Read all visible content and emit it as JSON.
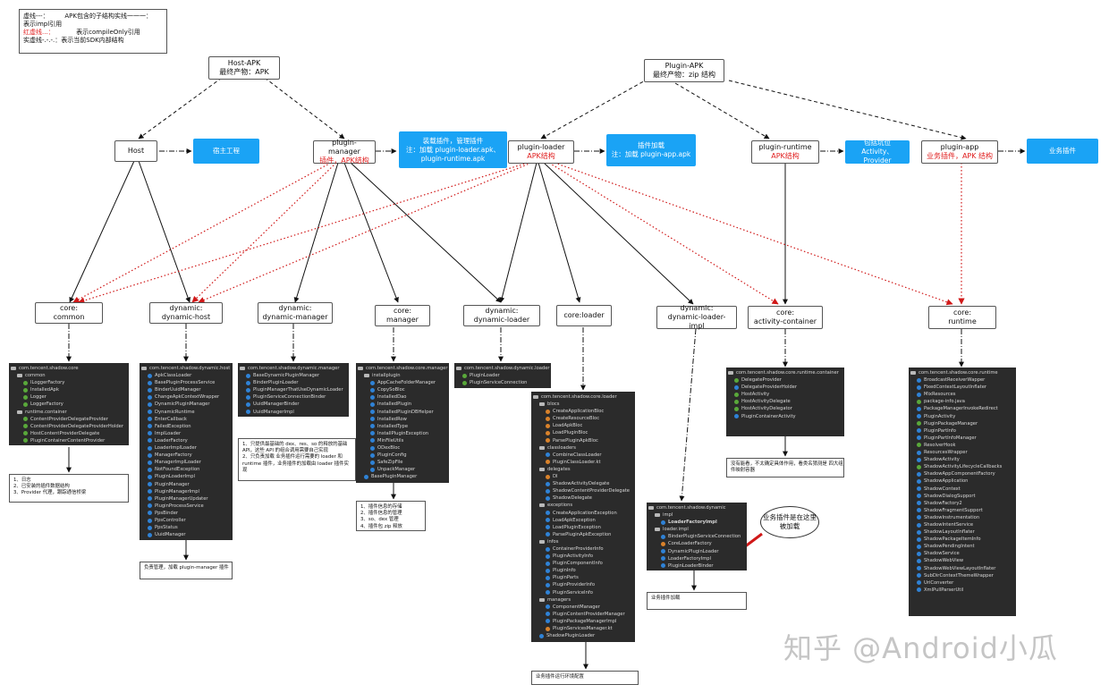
{
  "legend": [
    {
      "left": "虚线---：",
      "right": "APK包含的子结构实线一一一："
    },
    {
      "left": "表示impl引用",
      "right": ""
    },
    {
      "left": "红虚线...：",
      "right": "表示compileOnly引用",
      "red": true
    },
    {
      "left": "实虚线-.-.-.：表示当前SDK内部结构",
      "right": ""
    }
  ],
  "top": {
    "host_apk": {
      "line1": "Host-APK",
      "line2": "最终产物：APK"
    },
    "plugin_apk": {
      "line1": "Plugin-APK",
      "line2": "最终产物：zip 结构"
    }
  },
  "mid": {
    "host": {
      "name": "Host"
    },
    "plugin_manager": {
      "name": "plugin-manager",
      "sub": "插件，APK结构"
    },
    "plugin_loader": {
      "name": "plugin-loader",
      "sub": "APK结构"
    },
    "plugin_runtime": {
      "name": "plugin-runtime",
      "sub": "APK结构"
    },
    "plugin_app": {
      "name": "plugin-app",
      "sub": "业务插件，APK 结构"
    }
  },
  "blue": {
    "host_project": {
      "l1": "宿主工程"
    },
    "manager_desc": {
      "l1": "装载插件，管理插件",
      "l2": "注：加载 plugin-loader.apk、",
      "l3": "plugin-runtime.apk"
    },
    "loader_desc": {
      "l1": "插件加载",
      "l2": "注：加载 plugin-app.apk"
    },
    "runtime_desc": {
      "l1": "包括坑位",
      "l2": "Activity、Provider"
    },
    "business": {
      "l1": "业务插件"
    }
  },
  "modules": {
    "core_common": {
      "l1": "core:",
      "l2": "common"
    },
    "dynamic_host": {
      "l1": "dynamic:",
      "l2": "dynamic-host"
    },
    "dynamic_manager": {
      "l1": "dynamic:",
      "l2": "dynamic-manager"
    },
    "core_manager": {
      "l1": "core:",
      "l2": "manager"
    },
    "dynamic_loader": {
      "l1": "dynamic:",
      "l2": "dynamic-loader"
    },
    "core_loader": {
      "l1": "core:loader"
    },
    "dynamic_loader_impl": {
      "l1": "dynamic:",
      "l2": "dynamic-loader-impl"
    },
    "activity_container": {
      "l1": "core:",
      "l2": "activity-container"
    },
    "core_runtime": {
      "l1": "core:",
      "l2": "runtime"
    }
  },
  "panels": {
    "common": [
      {
        "t": "com.tencent.shadow.core",
        "k": "f",
        "d": 0
      },
      {
        "t": "common",
        "k": "f",
        "d": 1
      },
      {
        "t": "ILoggerFactory",
        "k": "g",
        "d": 2
      },
      {
        "t": "InstalledApk",
        "k": "g",
        "d": 2
      },
      {
        "t": "Logger",
        "k": "g",
        "d": 2
      },
      {
        "t": "LoggerFactory",
        "k": "g",
        "d": 2
      },
      {
        "t": "runtime.container",
        "k": "f",
        "d": 1
      },
      {
        "t": "ContentProviderDelegateProvider",
        "k": "g",
        "d": 2
      },
      {
        "t": "ContentProviderDelegateProviderHolder",
        "k": "g",
        "d": 2
      },
      {
        "t": "HostContentProviderDelegate",
        "k": "g",
        "d": 2
      },
      {
        "t": "PluginContainerContentProvider",
        "k": "g",
        "d": 2
      }
    ],
    "dynamic_host": [
      {
        "t": "com.tencent.shadow.dynamic.host",
        "k": "f",
        "d": 0
      },
      {
        "t": "ApkClassLoader",
        "k": "b",
        "d": 1
      },
      {
        "t": "BasePluginProcessService",
        "k": "b",
        "d": 1
      },
      {
        "t": "BinderUuidManager",
        "k": "b",
        "d": 1
      },
      {
        "t": "ChangeApkContextWrapper",
        "k": "b",
        "d": 1
      },
      {
        "t": "DynamicPluginManager",
        "k": "b",
        "d": 1
      },
      {
        "t": "DynamicRuntime",
        "k": "b",
        "d": 1
      },
      {
        "t": "EnterCallback",
        "k": "b",
        "d": 1
      },
      {
        "t": "FailedException",
        "k": "b",
        "d": 1
      },
      {
        "t": "ImplLoader",
        "k": "b",
        "d": 1
      },
      {
        "t": "LoaderFactory",
        "k": "b",
        "d": 1
      },
      {
        "t": "LoaderImplLoader",
        "k": "b",
        "d": 1
      },
      {
        "t": "ManagerFactory",
        "k": "b",
        "d": 1
      },
      {
        "t": "ManagerImplLoader",
        "k": "b",
        "d": 1
      },
      {
        "t": "NotFoundException",
        "k": "b",
        "d": 1
      },
      {
        "t": "PluginLoaderImpl",
        "k": "b",
        "d": 1
      },
      {
        "t": "PluginManager",
        "k": "b",
        "d": 1
      },
      {
        "t": "PluginManagerImpl",
        "k": "b",
        "d": 1
      },
      {
        "t": "PluginManagerUpdater",
        "k": "b",
        "d": 1
      },
      {
        "t": "PluginProcessService",
        "k": "b",
        "d": 1
      },
      {
        "t": "PpsBinder",
        "k": "b",
        "d": 1
      },
      {
        "t": "PpsController",
        "k": "b",
        "d": 1
      },
      {
        "t": "PpsStatus",
        "k": "b",
        "d": 1
      },
      {
        "t": "UuidManager",
        "k": "b",
        "d": 1
      }
    ],
    "dynamic_manager": [
      {
        "t": "com.tencent.shadow.dynamic.manager",
        "k": "f",
        "d": 0
      },
      {
        "t": "BaseDynamicPluginManager",
        "k": "b",
        "d": 1
      },
      {
        "t": "BinderPluginLoader",
        "k": "b",
        "d": 1
      },
      {
        "t": "PluginManagerThatUseDynamicLoader",
        "k": "b",
        "d": 1
      },
      {
        "t": "PluginServiceConnectionBinder",
        "k": "b",
        "d": 1
      },
      {
        "t": "UuidManagerBinder",
        "k": "b",
        "d": 1
      },
      {
        "t": "UuidManagerImpl",
        "k": "b",
        "d": 1
      }
    ],
    "core_manager": [
      {
        "t": "com.tencent.shadow.core.manager",
        "k": "f",
        "d": 0
      },
      {
        "t": "installplugin",
        "k": "f",
        "d": 1
      },
      {
        "t": "AppCacheFolderManager",
        "k": "b",
        "d": 2
      },
      {
        "t": "CopySoBloc",
        "k": "b",
        "d": 2
      },
      {
        "t": "InstalledDao",
        "k": "b",
        "d": 2
      },
      {
        "t": "InstalledPlugin",
        "k": "b",
        "d": 2
      },
      {
        "t": "InstalledPluginDBHelper",
        "k": "b",
        "d": 2
      },
      {
        "t": "InstalledRow",
        "k": "b",
        "d": 2
      },
      {
        "t": "InstalledType",
        "k": "b",
        "d": 2
      },
      {
        "t": "InstallPluginException",
        "k": "b",
        "d": 2
      },
      {
        "t": "MinFileUtils",
        "k": "b",
        "d": 2
      },
      {
        "t": "ODexBloc",
        "k": "b",
        "d": 2
      },
      {
        "t": "PluginConfig",
        "k": "b",
        "d": 2
      },
      {
        "t": "SafeZipFile",
        "k": "b",
        "d": 2
      },
      {
        "t": "UnpackManager",
        "k": "b",
        "d": 2
      },
      {
        "t": "BasePluginManager",
        "k": "b",
        "d": 1
      }
    ],
    "dynamic_loader": [
      {
        "t": "com.tencent.shadow.dynamic.loader",
        "k": "f",
        "d": 0
      },
      {
        "t": "PluginLoader",
        "k": "g",
        "d": 1
      },
      {
        "t": "PluginServiceConnection",
        "k": "g",
        "d": 1
      }
    ],
    "core_loader": [
      {
        "t": "com.tencent.shadow.core.loader",
        "k": "f",
        "d": 0
      },
      {
        "t": "blocs",
        "k": "f",
        "d": 1
      },
      {
        "t": "CreateApplicationBloc",
        "k": "o",
        "d": 2
      },
      {
        "t": "CreateResourceBloc",
        "k": "o",
        "d": 2
      },
      {
        "t": "LoadApkBloc",
        "k": "o",
        "d": 2
      },
      {
        "t": "LoadPluginBloc",
        "k": "o",
        "d": 2
      },
      {
        "t": "ParsePluginApkBloc",
        "k": "o",
        "d": 2
      },
      {
        "t": "classloaders",
        "k": "f",
        "d": 1
      },
      {
        "t": "CombineClassLoader",
        "k": "b",
        "d": 2
      },
      {
        "t": "PluginClassLoader.kt",
        "k": "o",
        "d": 2
      },
      {
        "t": "delegates",
        "k": "f",
        "d": 1
      },
      {
        "t": "DI",
        "k": "o",
        "d": 2
      },
      {
        "t": "ShadowActivityDelegate",
        "k": "b",
        "d": 2
      },
      {
        "t": "ShadowContentProviderDelegate",
        "k": "b",
        "d": 2
      },
      {
        "t": "ShadowDelegate",
        "k": "b",
        "d": 2
      },
      {
        "t": "exceptions",
        "k": "f",
        "d": 1
      },
      {
        "t": "CreateApplicationException",
        "k": "b",
        "d": 2
      },
      {
        "t": "LoadApkException",
        "k": "b",
        "d": 2
      },
      {
        "t": "LoadPluginException",
        "k": "b",
        "d": 2
      },
      {
        "t": "ParsePluginApkException",
        "k": "b",
        "d": 2
      },
      {
        "t": "infos",
        "k": "f",
        "d": 1
      },
      {
        "t": "ContainerProviderInfo",
        "k": "b",
        "d": 2
      },
      {
        "t": "PluginActivityInfo",
        "k": "b",
        "d": 2
      },
      {
        "t": "PluginComponentInfo",
        "k": "b",
        "d": 2
      },
      {
        "t": "PluginInfo",
        "k": "b",
        "d": 2
      },
      {
        "t": "PluginParts",
        "k": "b",
        "d": 2
      },
      {
        "t": "PluginProviderInfo",
        "k": "b",
        "d": 2
      },
      {
        "t": "PluginServiceInfo",
        "k": "b",
        "d": 2
      },
      {
        "t": "managers",
        "k": "f",
        "d": 1
      },
      {
        "t": "ComponentManager",
        "k": "b",
        "d": 2
      },
      {
        "t": "PluginContentProviderManager",
        "k": "b",
        "d": 2
      },
      {
        "t": "PluginPackageManagerImpl",
        "k": "b",
        "d": 2
      },
      {
        "t": "PluginServicesManager.kt",
        "k": "o",
        "d": 2
      },
      {
        "t": "ShadowPluginLoader",
        "k": "b",
        "d": 1
      }
    ],
    "loader_impl": [
      {
        "t": "com.tencent.shadow.dynamic",
        "k": "f",
        "d": 0
      },
      {
        "t": "impl",
        "k": "f",
        "d": 1
      },
      {
        "t": "LoaderFactoryImpl",
        "k": "b",
        "d": 2,
        "bold": true
      },
      {
        "t": "loader.impl",
        "k": "f",
        "d": 1
      },
      {
        "t": "BinderPluginServiceConnection",
        "k": "b",
        "d": 2
      },
      {
        "t": "CoreLoaderFactory",
        "k": "o",
        "d": 2
      },
      {
        "t": "DynamicPluginLoader",
        "k": "b",
        "d": 2
      },
      {
        "t": "LoaderFactoryImpl",
        "k": "b",
        "d": 2
      },
      {
        "t": "PluginLoaderBinder",
        "k": "b",
        "d": 2
      }
    ],
    "container": [
      {
        "t": "com.tencent.shadow.core.runtime.container",
        "k": "f",
        "d": 0
      },
      {
        "t": "DelegateProvider",
        "k": "g",
        "d": 1
      },
      {
        "t": "DelegateProviderHolder",
        "k": "b",
        "d": 1
      },
      {
        "t": "HostActivity",
        "k": "g",
        "d": 1
      },
      {
        "t": "HostActivityDelegate",
        "k": "g",
        "d": 1
      },
      {
        "t": "HostActivityDelegator",
        "k": "g",
        "d": 1
      },
      {
        "t": "PluginContainerActivity",
        "k": "b",
        "d": 1
      }
    ],
    "runtime": [
      {
        "t": "com.tencent.shadow.core.runtime",
        "k": "f",
        "d": 0
      },
      {
        "t": "BroadcastReceiverWapper",
        "k": "b",
        "d": 1
      },
      {
        "t": "FixedContextLayoutInflater",
        "k": "b",
        "d": 1
      },
      {
        "t": "MixResources",
        "k": "b",
        "d": 1
      },
      {
        "t": "package-info.java",
        "k": "g",
        "d": 1
      },
      {
        "t": "PackageManagerInvokeRedirect",
        "k": "b",
        "d": 1
      },
      {
        "t": "PluginActivity",
        "k": "b",
        "d": 1
      },
      {
        "t": "PluginPackageManager",
        "k": "g",
        "d": 1
      },
      {
        "t": "PluginPartInfo",
        "k": "b",
        "d": 1
      },
      {
        "t": "PluginPartInfoManager",
        "k": "b",
        "d": 1
      },
      {
        "t": "ResolverHook",
        "k": "g",
        "d": 1
      },
      {
        "t": "ResourcesWrapper",
        "k": "b",
        "d": 1
      },
      {
        "t": "ShadowActivity",
        "k": "b",
        "d": 1
      },
      {
        "t": "ShadowActivityLifecycleCallbacks",
        "k": "g",
        "d": 1
      },
      {
        "t": "ShadowAppComponentFactory",
        "k": "b",
        "d": 1
      },
      {
        "t": "ShadowApplication",
        "k": "b",
        "d": 1
      },
      {
        "t": "ShadowContext",
        "k": "b",
        "d": 1
      },
      {
        "t": "ShadowDialogSupport",
        "k": "b",
        "d": 1
      },
      {
        "t": "ShadowFactory2",
        "k": "b",
        "d": 1
      },
      {
        "t": "ShadowFragmentSupport",
        "k": "b",
        "d": 1
      },
      {
        "t": "ShadowInstrumentation",
        "k": "b",
        "d": 1
      },
      {
        "t": "ShadowIntentService",
        "k": "b",
        "d": 1
      },
      {
        "t": "ShadowLayoutInflater",
        "k": "b",
        "d": 1
      },
      {
        "t": "ShadowPackageItemInfo",
        "k": "b",
        "d": 1
      },
      {
        "t": "ShadowPendingIntent",
        "k": "b",
        "d": 1
      },
      {
        "t": "ShadowService",
        "k": "b",
        "d": 1
      },
      {
        "t": "ShadowWebView",
        "k": "b",
        "d": 1
      },
      {
        "t": "ShadowWebViewLayoutInflater",
        "k": "b",
        "d": 1
      },
      {
        "t": "SubDirContextThemeWrapper",
        "k": "b",
        "d": 1
      },
      {
        "t": "UriConverter",
        "k": "b",
        "d": 1
      },
      {
        "t": "XmlPullParserUtil",
        "k": "b",
        "d": 1
      }
    ]
  },
  "notes": {
    "common": [
      "1、日志",
      "2、已安装的插件数据结构",
      "3、Provider 代理，跟踪通信桥梁"
    ],
    "dynamic_host": [
      "负责管理，加载 plugin-manager 插件"
    ],
    "dynamic_manager": [
      "1、只提供最基础的 dex、res、so 的释放的基础",
      "API，这些 API 的组合调用需要自己实现",
      "",
      "2、只负责加载 业务插件运行需要的 loader 和",
      "runtime 插件，业务插件的加载由 loader 插件实",
      "现"
    ],
    "core_manager": [
      "1、插件信息的存储",
      "2、插件信息的管理",
      "3、so、dex 管理",
      "4、插件包 zip 释放"
    ],
    "core_loader": [
      "业务插件运行环境配置"
    ],
    "loader_impl": [
      "业务插件加载"
    ],
    "container": [
      "没有能看，不太确定具体作用，看类名猜测是 四大组",
      "件映射容器"
    ]
  },
  "callout": {
    "l1": "业务插件是在这里",
    "l2": "被加载"
  },
  "watermark": "知乎 @Android小瓜",
  "colors": {
    "blue": "#1aa3f5",
    "red": "#e02020",
    "panel": "#2b2b2b"
  }
}
